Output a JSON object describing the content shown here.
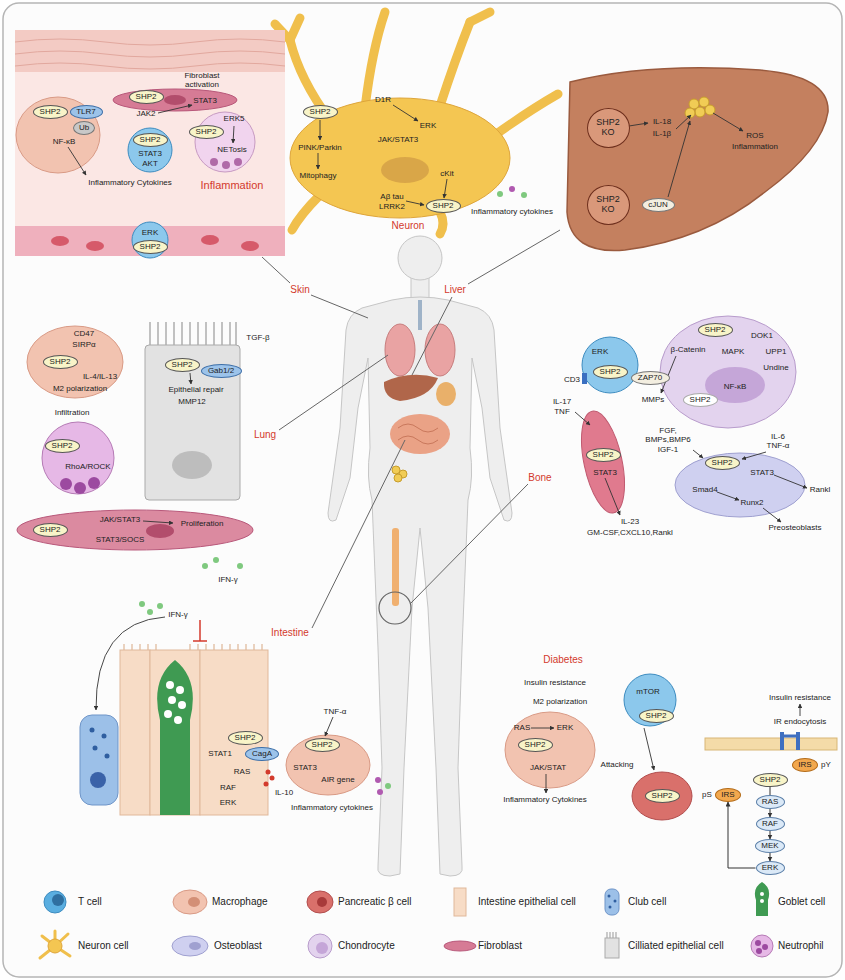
{
  "diagram": {
    "nodes": [
      {
        "text": [
          "SHP2"
        ]
      },
      {
        "text": [
          "SHP2"
        ]
      },
      {
        "text": [
          "SHP2"
        ]
      },
      {
        "text": [
          "SHP2"
        ]
      },
      {
        "text": [
          "TLR7"
        ]
      },
      {
        "text": [
          "Ub"
        ]
      },
      {
        "text": [
          "SHP2"
        ]
      },
      {
        "text": [
          "SHP2"
        ]
      },
      {
        "text": [
          "SHP2"
        ]
      },
      {
        "text": [
          "SHP2 KO"
        ]
      },
      {
        "text": [
          "SHP2 KO"
        ]
      },
      {
        "text": [
          "cJUN"
        ]
      },
      {
        "text": [
          "SHP2"
        ]
      },
      {
        "text": [
          "SHP2"
        ]
      },
      {
        "text": [
          "Gab1/2"
        ]
      },
      {
        "text": [
          "SHP2"
        ]
      },
      {
        "text": [
          "SHP2"
        ]
      },
      {
        "text": [
          "SHP2"
        ]
      },
      {
        "text": [
          "ZAP70"
        ]
      },
      {
        "text": [
          "SHP2"
        ]
      },
      {
        "text": [
          "SHP2"
        ]
      },
      {
        "text": [
          "SHP2"
        ]
      },
      {
        "text": [
          "SHP2"
        ]
      },
      {
        "text": [
          "SHP2"
        ]
      },
      {
        "text": [
          "CagA"
        ]
      },
      {
        "text": [
          "SHP2"
        ]
      },
      {
        "text": [
          "SHP2"
        ]
      },
      {
        "text": [
          "SHP2"
        ]
      },
      {
        "text": [
          "SHP2"
        ]
      },
      {
        "text": [
          "SHP2"
        ]
      },
      {
        "text": [
          "RAS"
        ]
      },
      {
        "text": [
          "RAF"
        ]
      },
      {
        "text": [
          "MEK"
        ]
      },
      {
        "text": [
          "ERK"
        ]
      },
      {
        "text": [
          "IRS"
        ]
      },
      {
        "text": [
          "IRS"
        ]
      }
    ],
    "edges": [
      {
        "from": 29,
        "to": 30,
        "arrow": "none"
      },
      {
        "from": 30,
        "to": 31,
        "arrow": "to"
      },
      {
        "from": 31,
        "to": 32,
        "arrow": "to"
      },
      {
        "from": 32,
        "to": 33,
        "arrow": "to"
      },
      {
        "from": 33,
        "to": 34,
        "arrow": "to"
      }
    ],
    "labels": [
      "D1R",
      "ERK",
      "JAK/STAT3",
      "PINK/Parkin",
      "Mitophagy",
      "cKit",
      "Aβ tau",
      "LRRK2",
      "Inflammatory cytokines",
      "Neuron",
      "Fibroblast activation",
      "JAK2",
      "STAT3",
      "ERK5",
      "NETosis",
      "NF-κB",
      "STAT3",
      "AKT",
      "Inflammatory Cytokines",
      "Inflammation",
      "ERK",
      "Skin",
      "IL-18",
      "IL-1β",
      "ROS",
      "Inflammation",
      "Liver",
      "CD47",
      "SIRPα",
      "IL-4/IL-13",
      "M2 polarization",
      "TGF-β",
      "Epithelial repair",
      "MMP12",
      "Infiltration",
      "RhoA/ROCK",
      "JAK/STAT3",
      "Proliferation",
      "STAT3/SOCS",
      "IFN-γ",
      "Lung",
      "ERK",
      "CD3",
      "IL-17",
      "TNF",
      "STAT3",
      "IL-23",
      "GM-CSF,CXCL10,Rankl",
      "β-Catenin",
      "DOK1",
      "MAPK",
      "UPP1",
      "Undine",
      "NF-κB",
      "MMPs",
      "FGF, BMPs,BMP6 IGF-1",
      "IL-6 TNF-α",
      "STAT3",
      "Smad4",
      "Runx2",
      "Rankl",
      "Preosteoblasts",
      "Bone",
      "IFN-γ",
      "STAT1",
      "RAS",
      "RAF",
      "ERK",
      "TNF-α",
      "STAT3",
      "AIR gene",
      "IL-10",
      "Inflammatory cytokines",
      "Intestine",
      "Diabetes",
      "Insulin resistance",
      "M2 polarization",
      "RAS",
      "ERK",
      "JAK/STAT",
      "Inflammatory Cytokines",
      "mTOR",
      "Attacking",
      "Insulin resistance",
      "IR endocytosis",
      "pS",
      "pY"
    ],
    "legend": [
      {
        "text": "T cell"
      },
      {
        "text": "Macrophage"
      },
      {
        "text": "Pancreatic β cell"
      },
      {
        "text": "Intestine epithelial cell"
      },
      {
        "text": "Club cell"
      },
      {
        "text": "Goblet cell"
      },
      {
        "text": "Neuron cell"
      },
      {
        "text": "Osteoblast"
      },
      {
        "text": "Chondrocyte"
      },
      {
        "text": "Fibroblast"
      },
      {
        "text": "Cilliated epithelial cell"
      },
      {
        "text": "Neutrophil"
      }
    ]
  }
}
